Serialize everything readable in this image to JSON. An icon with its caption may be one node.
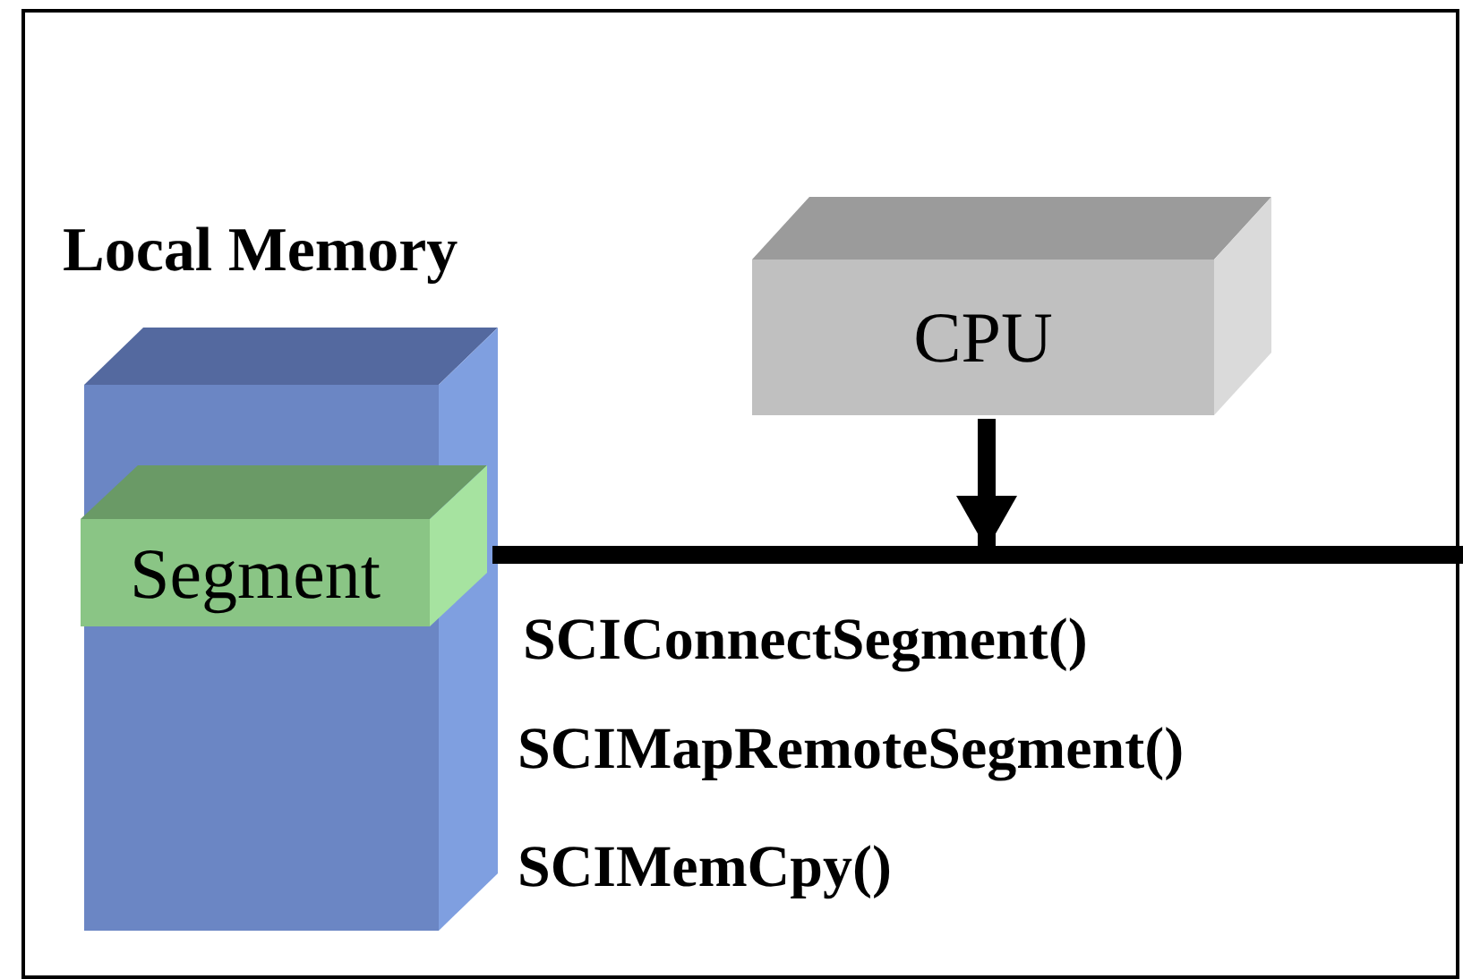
{
  "diagram": {
    "nodes": [
      {
        "text": [
          "Local Memory"
        ]
      },
      {
        "text": [
          "Segment"
        ],
        "in": 0
      },
      {
        "text": [
          "CPU"
        ]
      }
    ],
    "edges": [
      {
        "from": 1,
        "to": null,
        "arrow": "none"
      },
      {
        "from": 2,
        "to": null,
        "arrow": "to"
      }
    ],
    "labels": [
      "SCIConnectSegment()",
      "SCIMapRemoteSegment()",
      "SCIMemCpy()"
    ]
  }
}
